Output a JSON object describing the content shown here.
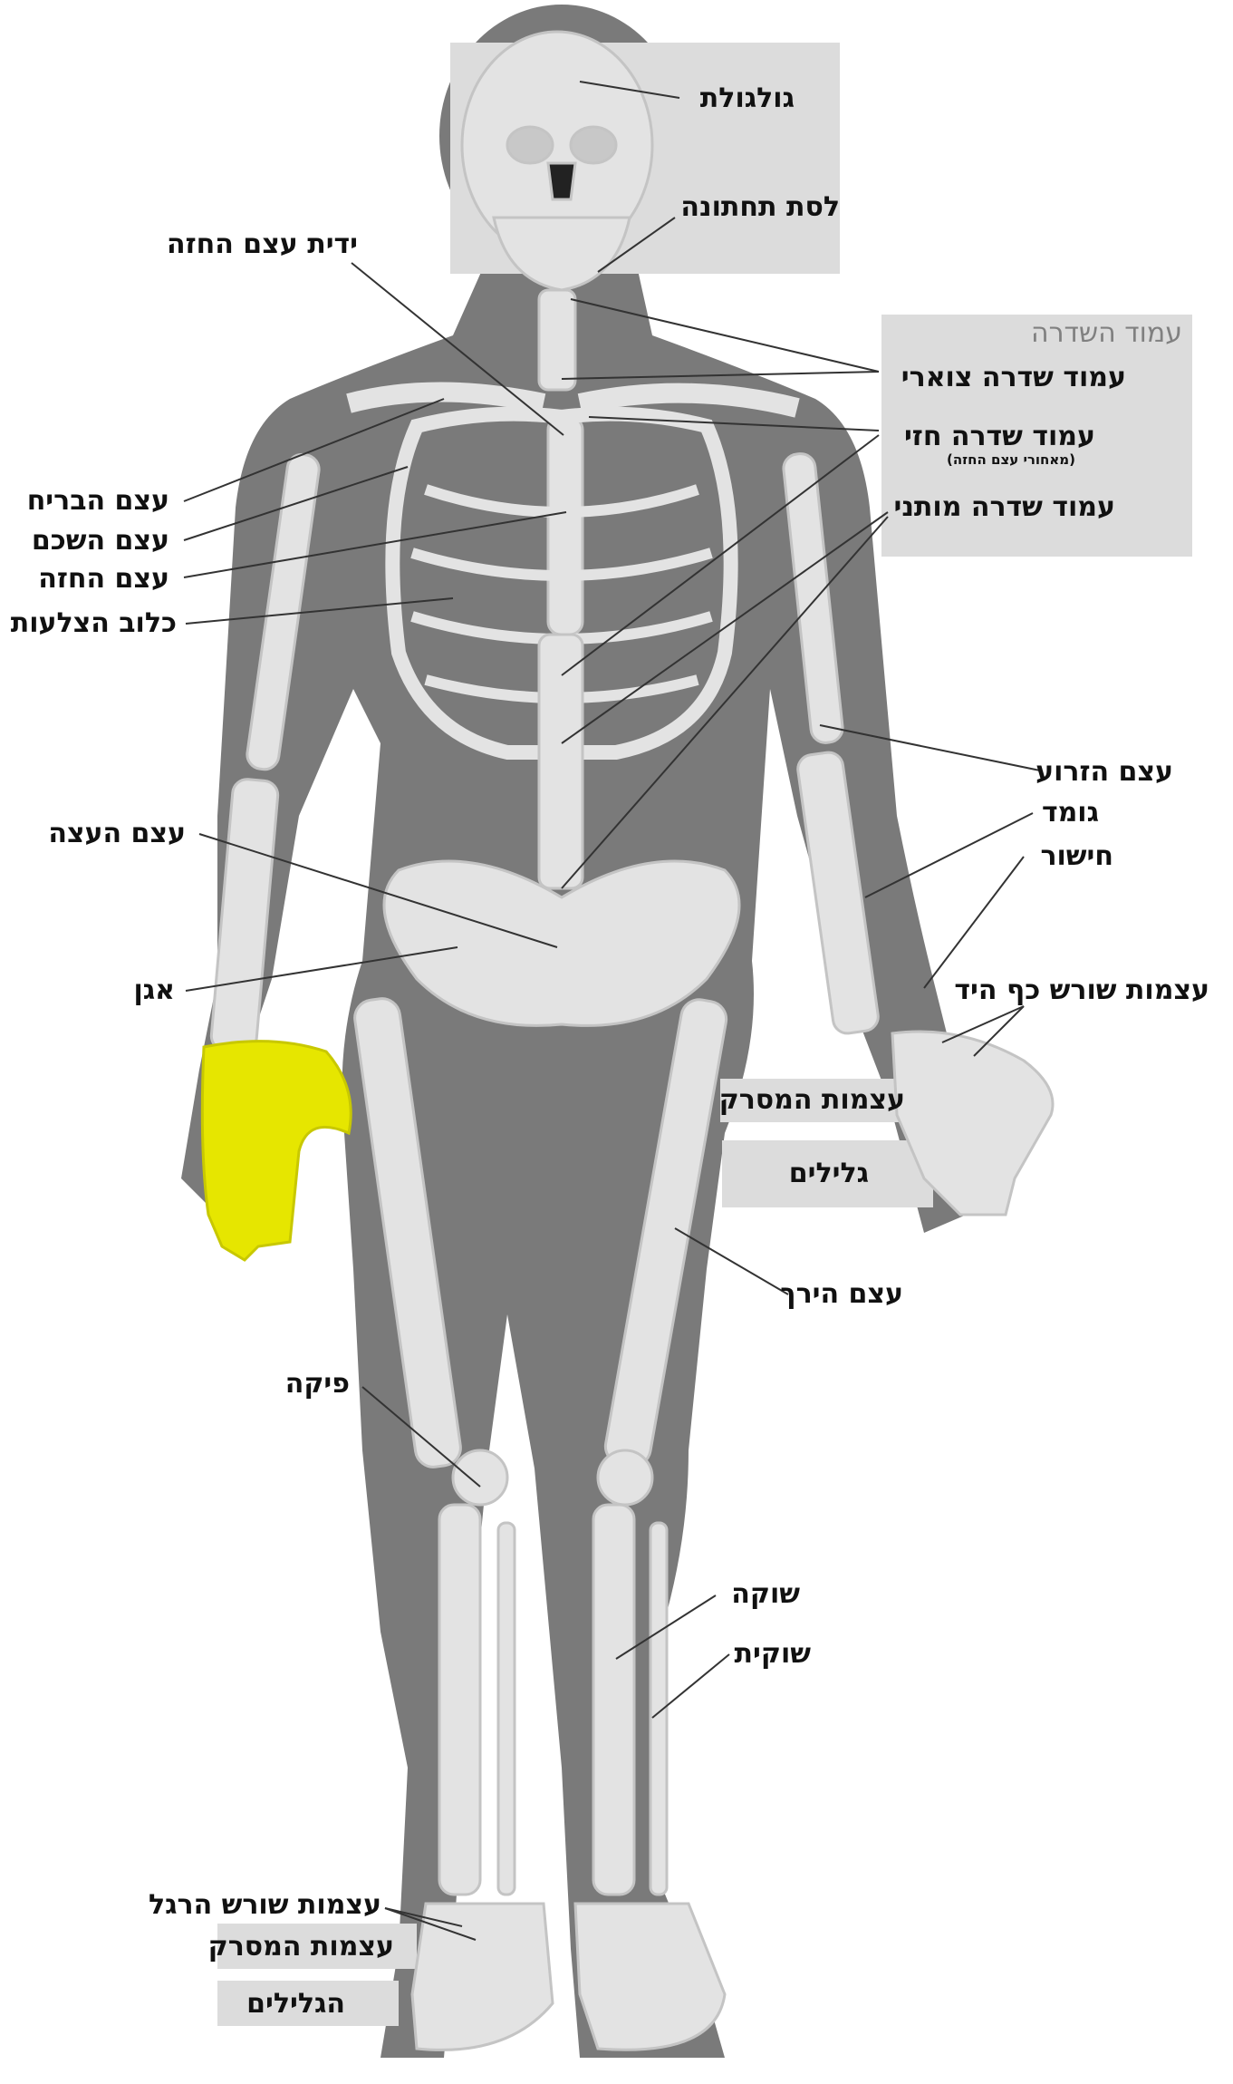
{
  "colors": {
    "silhouette": "#7a7a7a",
    "bone": "#e3e3e3",
    "bone_outline": "#c4c4c4",
    "highlight": "#e6e600",
    "label_box": "#dcdcdc",
    "leader_line": "#333333"
  },
  "labels": {
    "skull": "גולגולת",
    "mandible": "לסת תחתונה",
    "manubrium": "ידית עצם החזה",
    "spine_group": "עמוד השדרה",
    "cervical": "עמוד שדרה צוארי",
    "thoracic": "עמוד שדרה חזי",
    "thoracic_note": "(מאחורי עצם החזה)",
    "lumbar": "עמוד שדרה מותני",
    "clavicle": "עצם הבריח",
    "scapula": "עצם השכם",
    "sternum": "עצם החזה",
    "ribcage": "כלוב הצלעות",
    "humerus": "עצם הזרוע",
    "ulna": "גומד",
    "radius": "חישור",
    "carpals": "עצמות שורש כף היד",
    "sacrum": "עצם העצה",
    "pelvis": "אגן",
    "metacarpals": "עצמות המסרק",
    "phalanges_hand": "גלילים",
    "femur": "עצם הירך",
    "patella": "פיקה",
    "tibia": "שוקה",
    "fibula": "שוקית",
    "tarsals": "עצמות שורש הרגל",
    "metatarsals": "עצמות המסרק",
    "phalanges_foot": "הגלילים"
  }
}
